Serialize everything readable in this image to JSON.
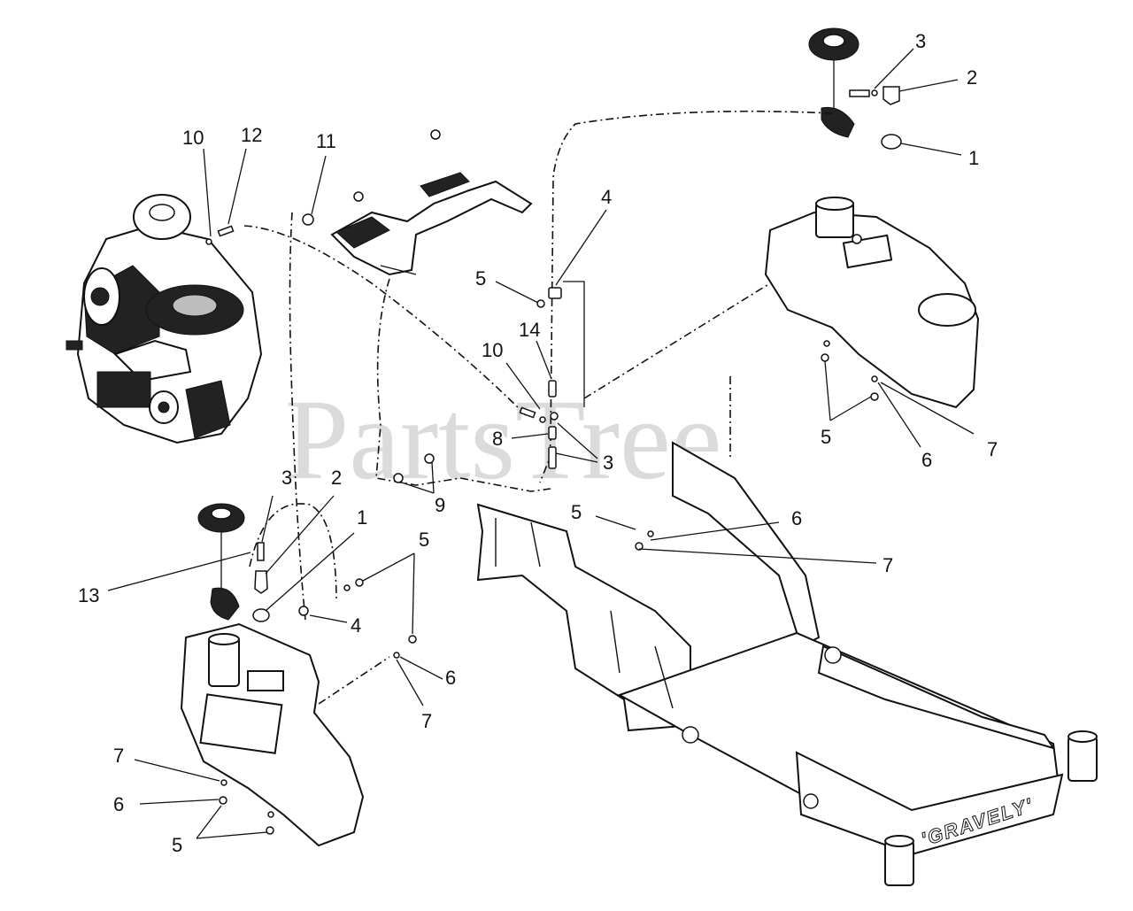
{
  "diagram": {
    "watermark": "PartsTree",
    "brand_text": "'GRAVELY'",
    "callouts": [
      {
        "id": "c1",
        "label": "3"
      },
      {
        "id": "c2",
        "label": "2"
      },
      {
        "id": "c3",
        "label": "1"
      },
      {
        "id": "c4",
        "label": "10"
      },
      {
        "id": "c5",
        "label": "12"
      },
      {
        "id": "c6",
        "label": "11"
      },
      {
        "id": "c7",
        "label": "4"
      },
      {
        "id": "c8",
        "label": "5"
      },
      {
        "id": "c9",
        "label": "14"
      },
      {
        "id": "c10",
        "label": "10"
      },
      {
        "id": "c11",
        "label": "8"
      },
      {
        "id": "c12",
        "label": "3"
      },
      {
        "id": "c13",
        "label": "9"
      },
      {
        "id": "c14",
        "label": "5"
      },
      {
        "id": "c15",
        "label": "6"
      },
      {
        "id": "c16",
        "label": "7"
      },
      {
        "id": "c17",
        "label": "5"
      },
      {
        "id": "c18",
        "label": "6"
      },
      {
        "id": "c19",
        "label": "7"
      },
      {
        "id": "c20",
        "label": "3"
      },
      {
        "id": "c21",
        "label": "2"
      },
      {
        "id": "c22",
        "label": "1"
      },
      {
        "id": "c23",
        "label": "13"
      },
      {
        "id": "c24",
        "label": "4"
      },
      {
        "id": "c25",
        "label": "5"
      },
      {
        "id": "c26",
        "label": "6"
      },
      {
        "id": "c27",
        "label": "7"
      },
      {
        "id": "c28",
        "label": "7"
      },
      {
        "id": "c29",
        "label": "6"
      },
      {
        "id": "c30",
        "label": "5"
      }
    ]
  }
}
